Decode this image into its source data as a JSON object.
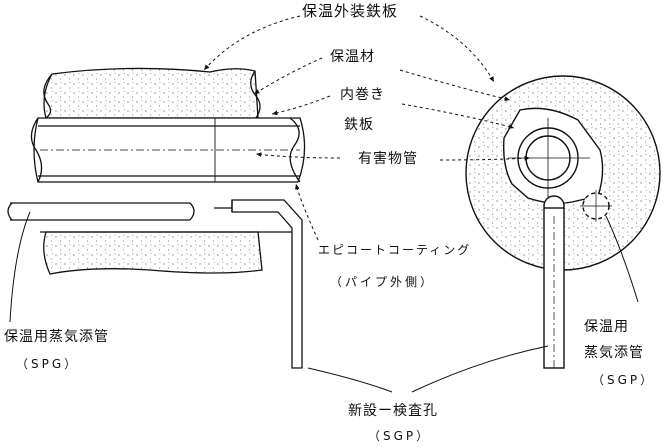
{
  "labels": {
    "outer_jacket": "保温外装鉄板",
    "insulation": "保温材",
    "inner_wrap_1": "内巻き",
    "inner_wrap_2": "鉄板",
    "process_pipe": "有害物管",
    "coating_1": "エピコートコーティング",
    "coating_2": "（パイプ外側）",
    "tracer_left_1": "保温用蒸気添管",
    "tracer_left_2": "（SPG）",
    "tracer_right_1": "保温用",
    "tracer_right_2": "蒸気添管",
    "tracer_right_3": "（SGP）",
    "inspection_1": "新設ー検査孔",
    "inspection_2": "（SGP）"
  },
  "colors": {
    "ink": "#111111",
    "paper": "#ffffff",
    "stipple": "#555555"
  }
}
